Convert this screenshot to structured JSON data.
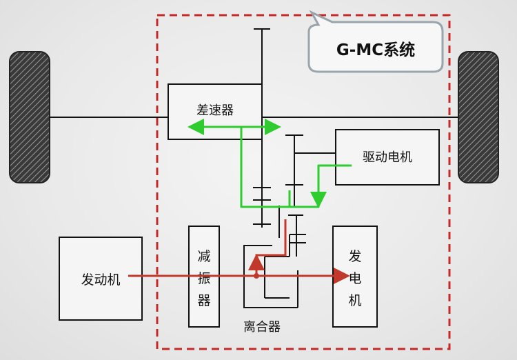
{
  "system_label": "G-MC系统",
  "components": {
    "differential": "差速器",
    "drive_motor": "驱动电机",
    "engine": "发动机",
    "damper": [
      "减",
      "振",
      "器"
    ],
    "generator": [
      "发",
      "电",
      "机"
    ],
    "clutch": "离合器"
  },
  "colors": {
    "dashed_border": "#c62828",
    "green_flow": "#2ecc2e",
    "red_flow": "#c0392b",
    "callout_stroke": "#9aa4ab"
  },
  "icons": {
    "wheel_left": "wheel-icon",
    "wheel_right": "wheel-icon"
  }
}
